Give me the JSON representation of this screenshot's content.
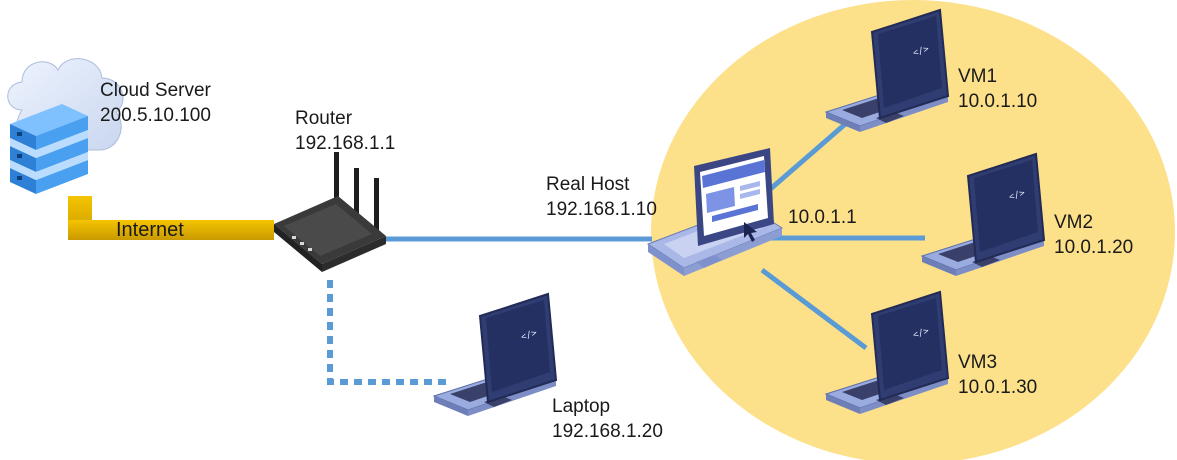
{
  "nodes": {
    "cloud_server": {
      "name": "Cloud Server",
      "ip": "200.5.10.100"
    },
    "router": {
      "name": "Router",
      "ip": "192.168.1.1"
    },
    "real_host": {
      "name": "Real Host",
      "ip": "192.168.1.10",
      "internal_ip": "10.0.1.1"
    },
    "laptop": {
      "name": "Laptop",
      "ip": "192.168.1.20"
    },
    "vm1": {
      "name": "VM1",
      "ip": "10.0.1.10"
    },
    "vm2": {
      "name": "VM2",
      "ip": "10.0.1.20"
    },
    "vm3": {
      "name": "VM3",
      "ip": "10.0.1.30"
    }
  },
  "links": {
    "internet_label": "Internet"
  },
  "colors": {
    "internet_link": "#e8b400",
    "lan_link": "#5b9bd5",
    "virtual_network_bg": "#fde08a",
    "laptop_screen": "#2b3a6b",
    "laptop_body": "#8fa0d8"
  },
  "icons": [
    "cloud-server-icon",
    "router-icon",
    "host-laptop-icon",
    "laptop-icon",
    "vm-laptop-icon"
  ]
}
